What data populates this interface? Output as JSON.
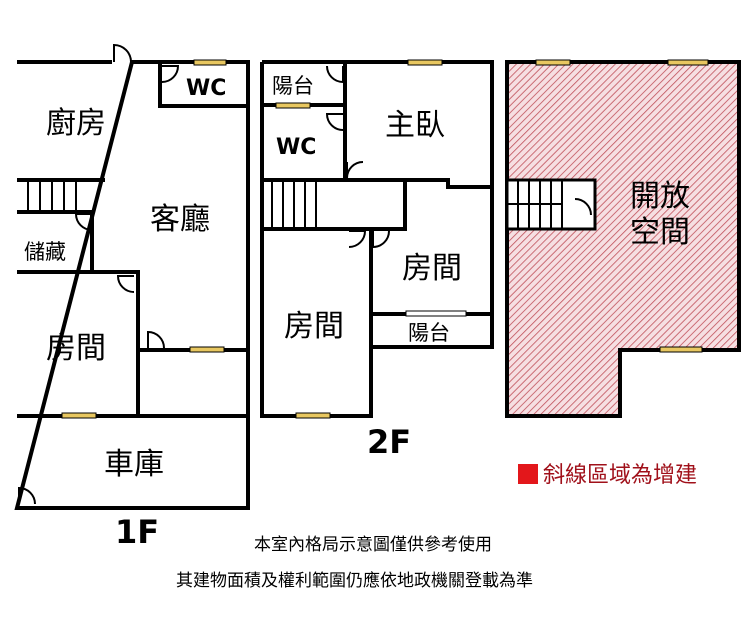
{
  "floor1": {
    "label": "1F",
    "rooms": {
      "kitchen": "廚房",
      "wc": "WC",
      "living": "客廳",
      "storage": "儲藏",
      "bedroom": "房間",
      "garage": "車庫"
    }
  },
  "floor2": {
    "label": "2F",
    "rooms": {
      "balcony_top": "陽台",
      "wc": "WC",
      "master": "主臥",
      "bedroom_right": "房間",
      "bedroom_left": "房間",
      "balcony_mid": "陽台"
    }
  },
  "floor3": {
    "open_space_line1": "開放",
    "open_space_line2": "空間"
  },
  "legend": {
    "text": "斜線區域為增建",
    "color": "#e3171b"
  },
  "notes": {
    "line1": "本室內格局示意圖僅供參考使用",
    "line2": "其建物面積及權利範圍仍應依地政機關登載為準"
  },
  "colors": {
    "wall": "#000000",
    "hatch": "#c0505a",
    "window": "#e8c760"
  }
}
